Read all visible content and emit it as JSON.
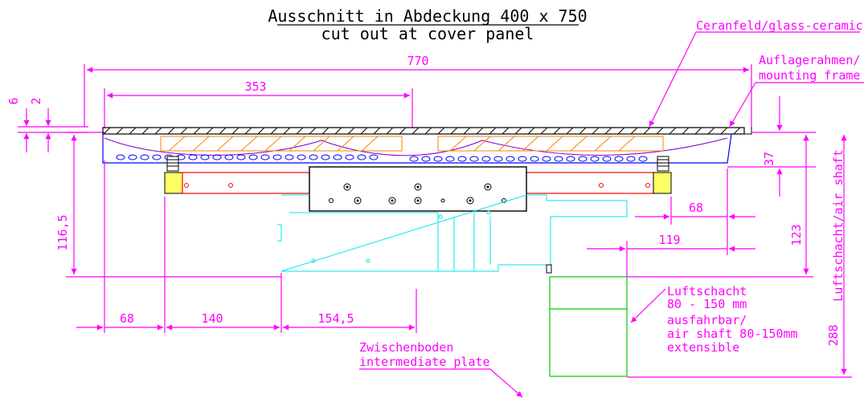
{
  "title": {
    "line1": "Ausschnitt in Abdeckung 400 x 750",
    "line2": "cut out at cover panel"
  },
  "labels": {
    "glass": "Ceranfeld/glass-ceramic",
    "frame1": "Auflagerahmen/",
    "frame2": "mounting frame",
    "plate1": "Zwischenboden",
    "plate2": "intermediate plate",
    "shaft1": "Luftschacht",
    "shaft2": "80 - 150 mm",
    "shaft3": "ausfahrbar/",
    "shaft4": "air shaft 80-150mm",
    "shaft5": "extensible",
    "shaft_vertical": "Luftschacht/air shaft"
  },
  "dimensions": {
    "d770": "770",
    "d353": "353",
    "d6": "6",
    "d2": "2",
    "d116": "116,5",
    "d37": "37",
    "d68r": "68",
    "d119": "119",
    "d123": "123",
    "d288": "288",
    "d68b": "68",
    "d140": "140",
    "d154": "154,5"
  },
  "colors": {
    "dimension": "#ff00ff",
    "outline": "#000000",
    "frame": "#0000ff",
    "spring": "#ff8000",
    "rail": "#ff0000",
    "fan": "#00ffff",
    "shaft": "#00cc00"
  }
}
